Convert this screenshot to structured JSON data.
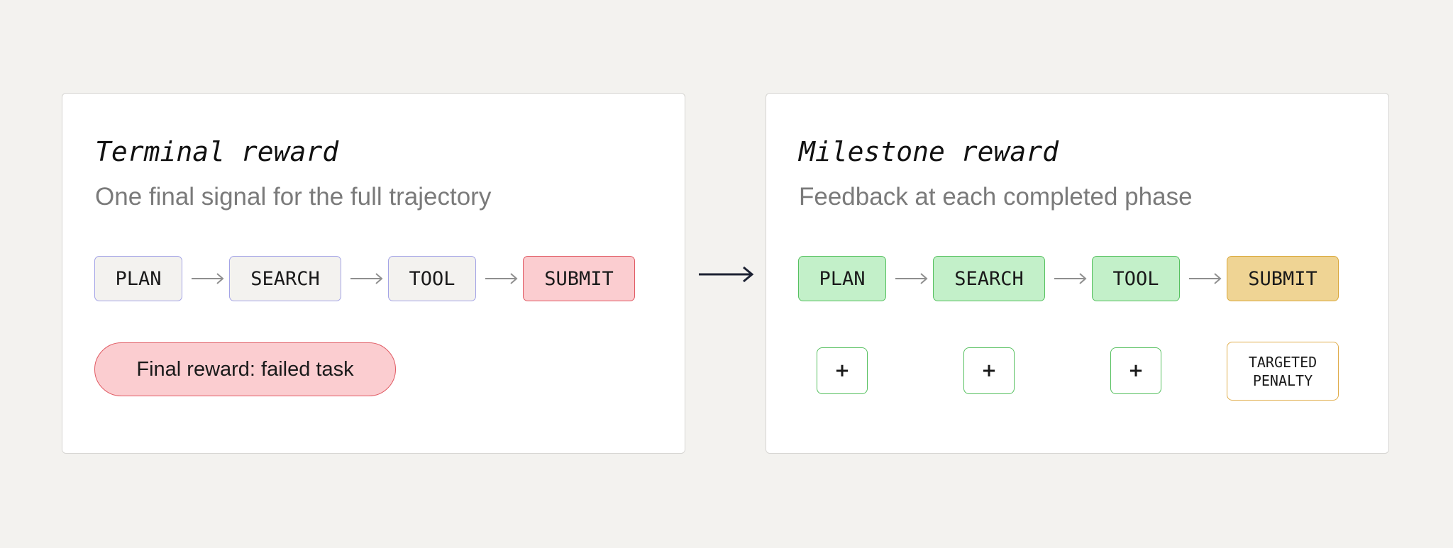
{
  "terminal_panel": {
    "title": "Terminal reward",
    "subtitle": "One final signal for the full trajectory",
    "steps": [
      "PLAN",
      "SEARCH",
      "TOOL",
      "SUBMIT"
    ],
    "final_reward": "Final reward: failed task"
  },
  "milestone_panel": {
    "title": "Milestone reward",
    "subtitle": "Feedback at each completed phase",
    "steps": [
      "PLAN",
      "SEARCH",
      "TOOL",
      "SUBMIT"
    ],
    "feedback": [
      "+",
      "+",
      "+",
      "TARGETED PENALTY"
    ]
  },
  "colors": {
    "background": "#f3f2ef",
    "neutral_fill": "#f3f2ef",
    "neutral_border": "#a3a3e6",
    "fail_fill": "#fbcdd0",
    "fail_border": "#e05a63",
    "pass_fill": "#c3f0c9",
    "pass_border": "#56c05f",
    "warn_fill": "#efd494",
    "warn_border": "#d9a83b"
  },
  "icons": [
    "arrow-right-icon",
    "plus-icon"
  ]
}
